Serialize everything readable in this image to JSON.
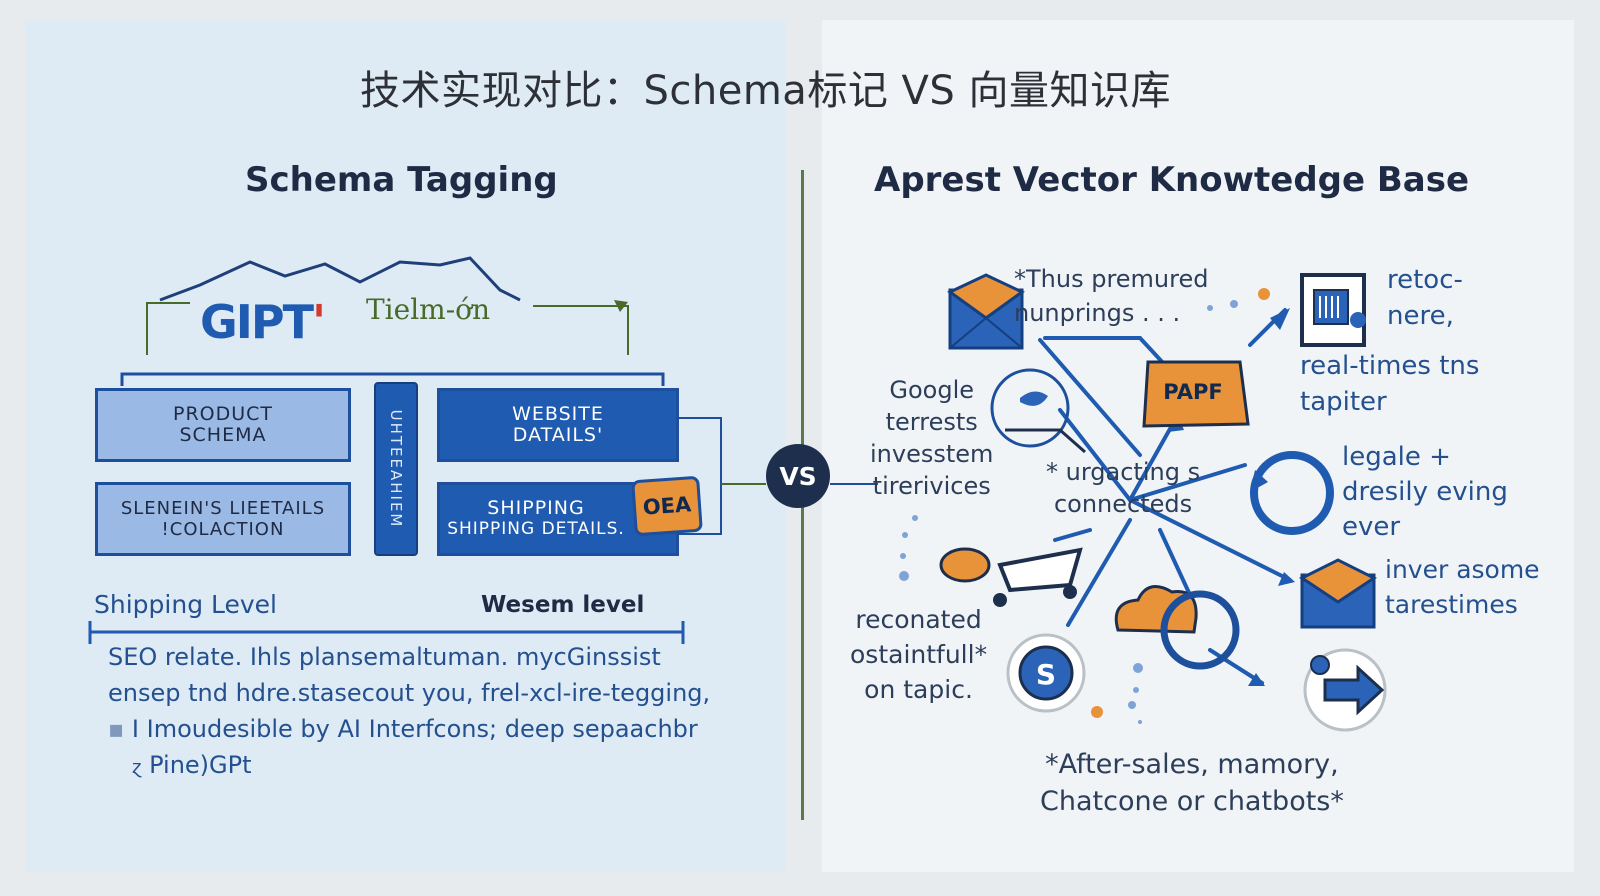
{
  "title": "技术实现对比：Schema标记 VS 向量知识库",
  "left": {
    "heading": "Schema Tagging",
    "logo_text": "GIPT",
    "logo_accent": "'",
    "tag_text": "Tielm-ớn",
    "boxes": {
      "product_schema": "PRODUCT\nSCHEMA",
      "website_details": "WEBSITE\nDATAILS'",
      "slenein_details": "SLENEIN'S LIEETAILS\n!COLACTION",
      "shipping_title": "SHIPPING",
      "shipping_sub": "SHIPPING DETAILS.",
      "vertical_strip": "UHTEEAHIEM"
    },
    "badge_oea": "OEA",
    "level_left": "Shipping Level",
    "level_right": "Wesem level",
    "body_lines": [
      "SEO relate. Ihls plansemaltuman. mycGinssist",
      "ensep tnd hdre.stasecout you, frel-xcl-ire-tegging,",
      "I Imoudesible by AI Interfcons; deep sepaachbr",
      "Pine)GPt"
    ],
    "body_bullets": [
      "▪",
      "ɀ"
    ]
  },
  "vs_label": "VS",
  "right": {
    "heading": "Aprest Vector Knowtedge Base",
    "labels": {
      "top_note": "*Thus premured\nnunprings . . .",
      "top_right": "retoc-\nnere,",
      "realtime": "real-times tns\ntapiter",
      "google": "Google\nterrests\ninvesstem\ntirerivices",
      "center": "* urgacting s\nconnecteds",
      "legale": "legale +\ndresily eving\never",
      "inver": "inver asome\ntarestimes",
      "reconated": "reconated\nostaintfull*\non tapic.",
      "bottom": "*After-sales, mamory,\nChatcone or chatbots*"
    },
    "badge_papf": "PAPF"
  },
  "colors": {
    "accent_blue": "#1f5bb0",
    "light_blue": "#9ab9e4",
    "orange": "#e8923a",
    "navy": "#1d2f4d",
    "divider_green": "#5a7a4a"
  }
}
